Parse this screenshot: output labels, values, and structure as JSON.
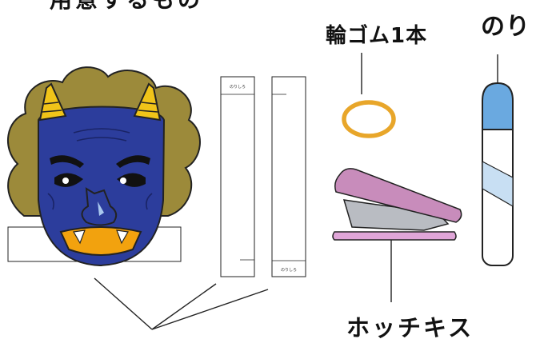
{
  "title": "用意するもの",
  "items": {
    "rubber_band": "輪ゴム1本",
    "glue": "のり",
    "stapler": "ホッチキス"
  },
  "strip_mark": "のりしろ",
  "colors": {
    "oni_skin": "#2c3d9c",
    "hair": "#9c8a3a",
    "horn": "#f0c419",
    "mouth": "#f2a20e",
    "rubber_band": "#e8a62a",
    "stapler_top": "#c88cbb",
    "stapler_base": "#e0a6d8",
    "glue_cap": "#6aa9e0",
    "glue_band": "#c8dff3"
  }
}
